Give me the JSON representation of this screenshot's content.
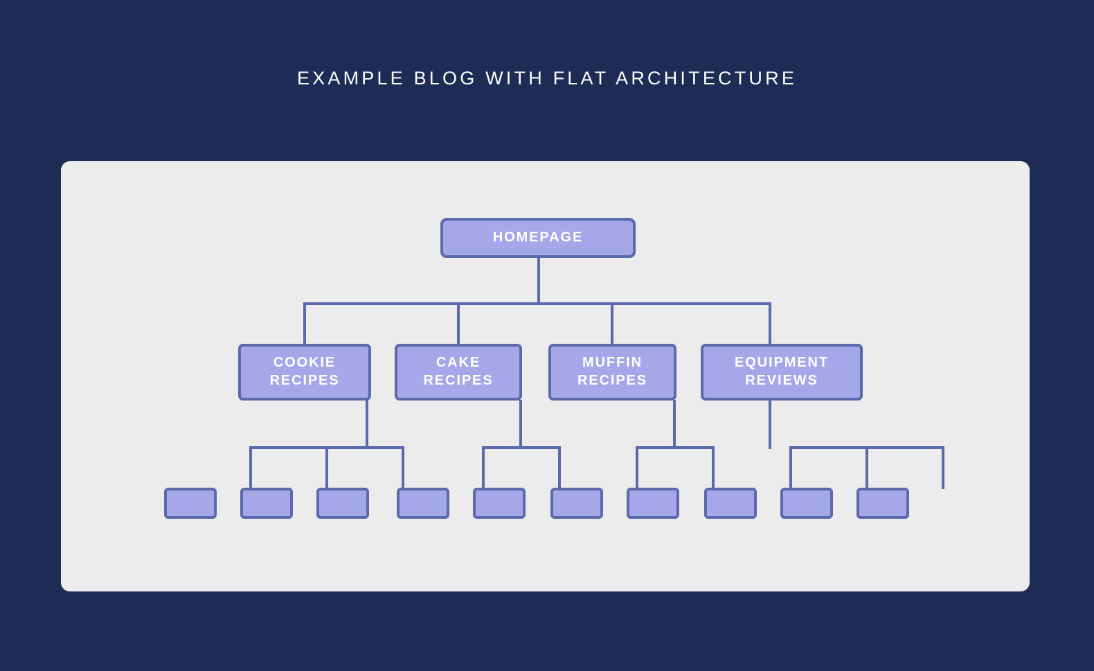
{
  "page": {
    "title": "Example Blog With Flat Architecture",
    "background_color": "#1c2c54",
    "panel_color": "#ececec",
    "node_fill": "#a5a7e8",
    "node_border": "#5a6aab",
    "title_color": "#ffffff",
    "node_text_color": "#ffffff"
  },
  "diagram": {
    "heading": "EXAMPLE BLOG WITH FLAT ARCHITECTURE",
    "type": "tree",
    "root": {
      "id": "homepage",
      "label": "HOMEPAGE"
    },
    "categories": [
      {
        "id": "cookie-recipes",
        "label": "COOKIE\nRECIPES",
        "line1": "COOKIE",
        "line2": "RECIPES",
        "child_count": 3
      },
      {
        "id": "cake-recipes",
        "label": "CAKE\nRECIPES",
        "line1": "CAKE",
        "line2": "RECIPES",
        "child_count": 2
      },
      {
        "id": "muffin-recipes",
        "label": "MUFFIN\nRECIPES",
        "line1": "MUFFIN",
        "line2": "RECIPES",
        "child_count": 2
      },
      {
        "id": "equipment-reviews",
        "label": "EQUIPMENT\nREVIEWS",
        "line1": "EQUIPMENT",
        "line2": "REVIEWS",
        "child_count": 3
      }
    ],
    "leaves": [
      {
        "id": "leaf-1",
        "label": "",
        "parent": "cookie-recipes"
      },
      {
        "id": "leaf-2",
        "label": "",
        "parent": "cookie-recipes"
      },
      {
        "id": "leaf-3",
        "label": "",
        "parent": "cookie-recipes"
      },
      {
        "id": "leaf-4",
        "label": "",
        "parent": "cake-recipes"
      },
      {
        "id": "leaf-5",
        "label": "",
        "parent": "cake-recipes"
      },
      {
        "id": "leaf-6",
        "label": "",
        "parent": "muffin-recipes"
      },
      {
        "id": "leaf-7",
        "label": "",
        "parent": "muffin-recipes"
      },
      {
        "id": "leaf-8",
        "label": "",
        "parent": "equipment-reviews"
      },
      {
        "id": "leaf-9",
        "label": "",
        "parent": "equipment-reviews"
      },
      {
        "id": "leaf-10",
        "label": "",
        "parent": "equipment-reviews"
      }
    ],
    "leaf_total": 10
  }
}
